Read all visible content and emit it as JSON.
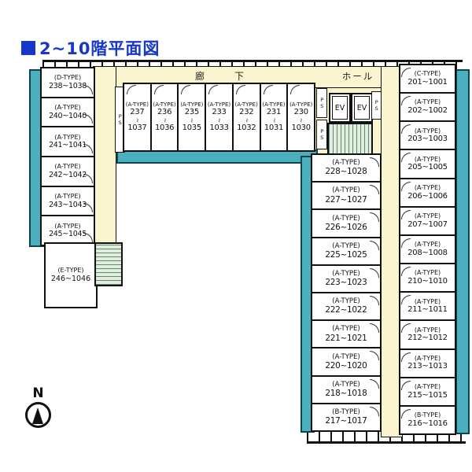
{
  "title": {
    "text": "2~10階平面図"
  },
  "labels": {
    "corridor": "廊下",
    "hall": "ホール",
    "elevator": "EV",
    "pipe_shaft": "PS",
    "north": "N",
    "tilde": "~"
  },
  "colors": {
    "accent": "#1737c8",
    "balcony": "#4cafbe",
    "corridor": "#faf4cf",
    "stairs": "#e0efdc",
    "wall": "#111111"
  },
  "left_rooms": [
    {
      "type": "(D-TYPE)",
      "range": "238~1038"
    },
    {
      "type": "(A-TYPE)",
      "range": "240~1040"
    },
    {
      "type": "(A-TYPE)",
      "range": "241~1041"
    },
    {
      "type": "(A-TYPE)",
      "range": "242~1042"
    },
    {
      "type": "(A-TYPE)",
      "range": "243~1043"
    },
    {
      "type": "(A-TYPE)",
      "range": "245~1045"
    }
  ],
  "entrance_room": {
    "type": "(E-TYPE)",
    "range": "246~1046"
  },
  "top_rooms": [
    {
      "type": "(A-TYPE)",
      "low": "237",
      "high": "1037"
    },
    {
      "type": "(A-TYPE)",
      "low": "236",
      "high": "1036"
    },
    {
      "type": "(A-TYPE)",
      "low": "235",
      "high": "1035"
    },
    {
      "type": "(A-TYPE)",
      "low": "233",
      "high": "1033"
    },
    {
      "type": "(A-TYPE)",
      "low": "232",
      "high": "1032"
    },
    {
      "type": "(A-TYPE)",
      "low": "231",
      "high": "1031"
    },
    {
      "type": "(A-TYPE)",
      "low": "230",
      "high": "1030"
    }
  ],
  "west_rooms": [
    {
      "type": "(A-TYPE)",
      "range": "228~1028"
    },
    {
      "type": "(A-TYPE)",
      "range": "227~1027"
    },
    {
      "type": "(A-TYPE)",
      "range": "226~1026"
    },
    {
      "type": "(A-TYPE)",
      "range": "225~1025"
    },
    {
      "type": "(A-TYPE)",
      "range": "223~1023"
    },
    {
      "type": "(A-TYPE)",
      "range": "222~1022"
    },
    {
      "type": "(A-TYPE)",
      "range": "221~1021"
    },
    {
      "type": "(A-TYPE)",
      "range": "220~1020"
    },
    {
      "type": "(A-TYPE)",
      "range": "218~1018"
    },
    {
      "type": "(B-TYPE)",
      "range": "217~1017"
    }
  ],
  "east_rooms": [
    {
      "type": "(C-TYPE)",
      "range": "201~1001"
    },
    {
      "type": "(A-TYPE)",
      "range": "202~1002"
    },
    {
      "type": "(A-TYPE)",
      "range": "203~1003"
    },
    {
      "type": "(A-TYPE)",
      "range": "205~1005"
    },
    {
      "type": "(A-TYPE)",
      "range": "206~1006"
    },
    {
      "type": "(A-TYPE)",
      "range": "207~1007"
    },
    {
      "type": "(A-TYPE)",
      "range": "208~1008"
    },
    {
      "type": "(A-TYPE)",
      "range": "210~1010"
    },
    {
      "type": "(A-TYPE)",
      "range": "211~1011"
    },
    {
      "type": "(A-TYPE)",
      "range": "212~1012"
    },
    {
      "type": "(A-TYPE)",
      "range": "213~1013"
    },
    {
      "type": "(A-TYPE)",
      "range": "215~1015"
    },
    {
      "type": "(B-TYPE)",
      "range": "216~1016"
    }
  ]
}
